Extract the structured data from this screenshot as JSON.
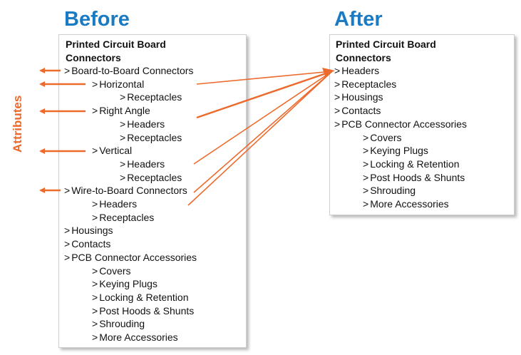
{
  "colors": {
    "heading": "#1a7ac2",
    "accent": "#ec6a2c",
    "text": "#111111"
  },
  "before": {
    "heading": "Before",
    "panel_title": [
      "Printed Circuit Board",
      "Connectors"
    ],
    "items": [
      {
        "label": "Board-to-Board Connectors",
        "level": 0
      },
      {
        "label": "Horizontal",
        "level": 1
      },
      {
        "label": "Receptacles",
        "level": 2
      },
      {
        "label": "Right Angle",
        "level": 1
      },
      {
        "label": "Headers",
        "level": 2
      },
      {
        "label": "Receptacles",
        "level": 2
      },
      {
        "label": "Vertical",
        "level": 1
      },
      {
        "label": "Headers",
        "level": 2
      },
      {
        "label": "Receptacles",
        "level": 2
      },
      {
        "label": "Wire-to-Board Connectors",
        "level": 0
      },
      {
        "label": "Headers",
        "level": 1
      },
      {
        "label": "Receptacles",
        "level": 1
      },
      {
        "label": "Housings",
        "level": 0
      },
      {
        "label": "Contacts",
        "level": 0
      },
      {
        "label": "PCB Connector Accessories",
        "level": 0
      },
      {
        "label": "Covers",
        "level": 1
      },
      {
        "label": "Keying Plugs",
        "level": 1
      },
      {
        "label": "Locking & Retention",
        "level": 1
      },
      {
        "label": "Post Hoods & Shunts",
        "level": 1
      },
      {
        "label": "Shrouding",
        "level": 1
      },
      {
        "label": "More Accessories",
        "level": 1
      }
    ]
  },
  "after": {
    "heading": "After",
    "panel_title": [
      "Printed Circuit Board",
      "Connectors"
    ],
    "items": [
      {
        "label": "Headers",
        "level": 0
      },
      {
        "label": "Receptacles",
        "level": 0
      },
      {
        "label": "Housings",
        "level": 0
      },
      {
        "label": "Contacts",
        "level": 0
      },
      {
        "label": "PCB Connector Accessories",
        "level": 0
      },
      {
        "label": "Covers",
        "level": 1
      },
      {
        "label": "Keying Plugs",
        "level": 1
      },
      {
        "label": "Locking & Retention",
        "level": 1
      },
      {
        "label": "Post Hoods & Shunts",
        "level": 1
      },
      {
        "label": "Shrouding",
        "level": 1
      },
      {
        "label": "More Accessories",
        "level": 1
      }
    ]
  },
  "attributes_label": "Attributes",
  "chevron": ">"
}
